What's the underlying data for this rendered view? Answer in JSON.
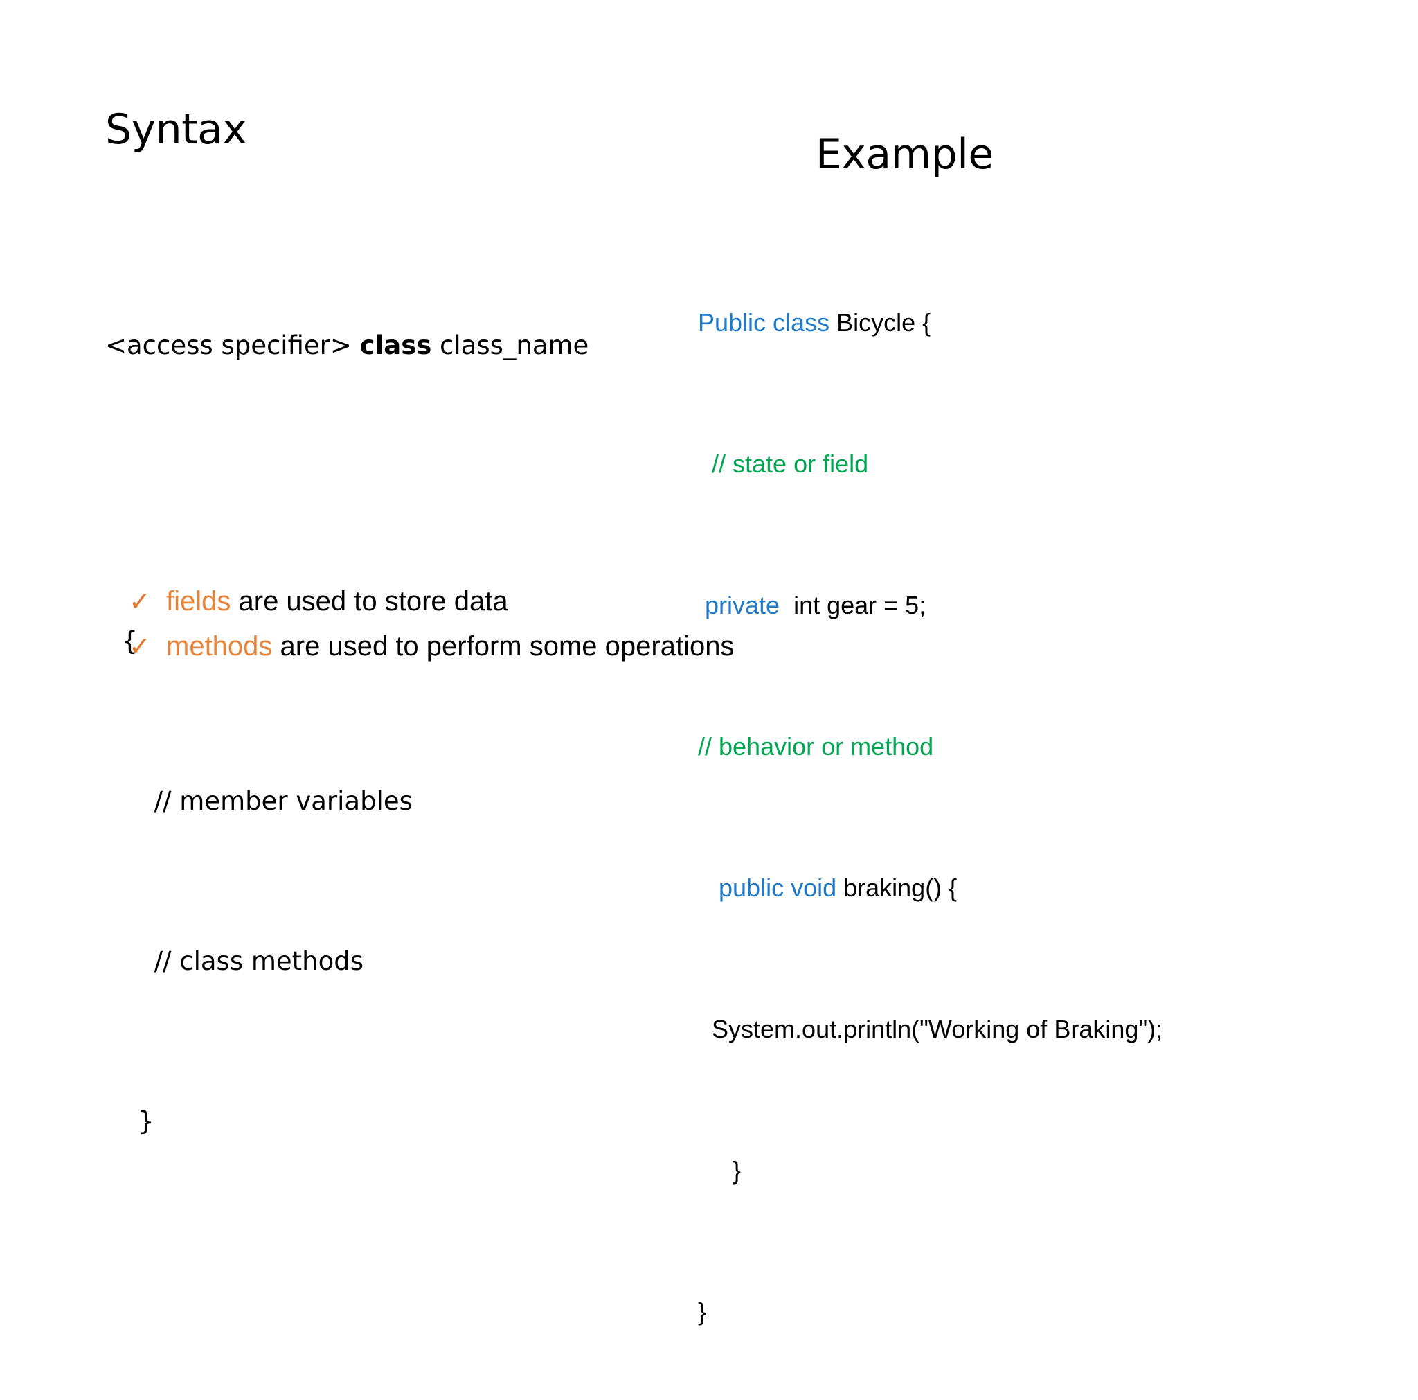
{
  "slide": {
    "background_color": "#FFFFFF",
    "syntax_heading": "Syntax",
    "example_heading": "Example"
  },
  "syntax": {
    "signature_prefix": "<access specifier> ",
    "signature_keyword": "class",
    "signature_suffix": " class_name",
    "lines": [
      "  {",
      "      // member variables",
      "      // class methods",
      "    }"
    ]
  },
  "example_code": {
    "language": "java",
    "lines": [
      {
        "indent": "",
        "segments": [
          {
            "text": "Public class ",
            "kind": "keyword"
          },
          {
            "text": "Bicycle {",
            "kind": "plain"
          }
        ]
      },
      {
        "indent": "  ",
        "segments": [
          {
            "text": "// state or field",
            "kind": "comment"
          }
        ]
      },
      {
        "indent": " ",
        "segments": [
          {
            "text": "private",
            "kind": "keyword"
          },
          {
            "text": "  int gear = 5;",
            "kind": "plain"
          }
        ]
      },
      {
        "indent": "",
        "segments": [
          {
            "text": "// behavior or method",
            "kind": "comment"
          }
        ]
      },
      {
        "indent": "   ",
        "segments": [
          {
            "text": "public void ",
            "kind": "keyword"
          },
          {
            "text": "braking() {",
            "kind": "plain"
          }
        ]
      },
      {
        "indent": "  ",
        "segments": [
          {
            "text": "System.out.println(\"Working of Braking\");",
            "kind": "plain"
          }
        ]
      },
      {
        "indent": "     ",
        "segments": [
          {
            "text": "}",
            "kind": "plain"
          }
        ]
      },
      {
        "indent": "",
        "segments": [
          {
            "text": "}",
            "kind": "plain"
          }
        ]
      }
    ]
  },
  "bullets": {
    "check_glyph": "✓",
    "items": [
      {
        "emphasis": "fields",
        "rest": " are used to store data"
      },
      {
        "emphasis": "methods",
        "rest": " are used to perform some operations"
      }
    ]
  },
  "colors": {
    "keyword_blue": "#1F7AC7",
    "comment_green": "#00A651",
    "accent_orange": "#E8833A",
    "check_orange": "#E2792B",
    "text_black": "#000000",
    "background": "#FFFFFF"
  }
}
